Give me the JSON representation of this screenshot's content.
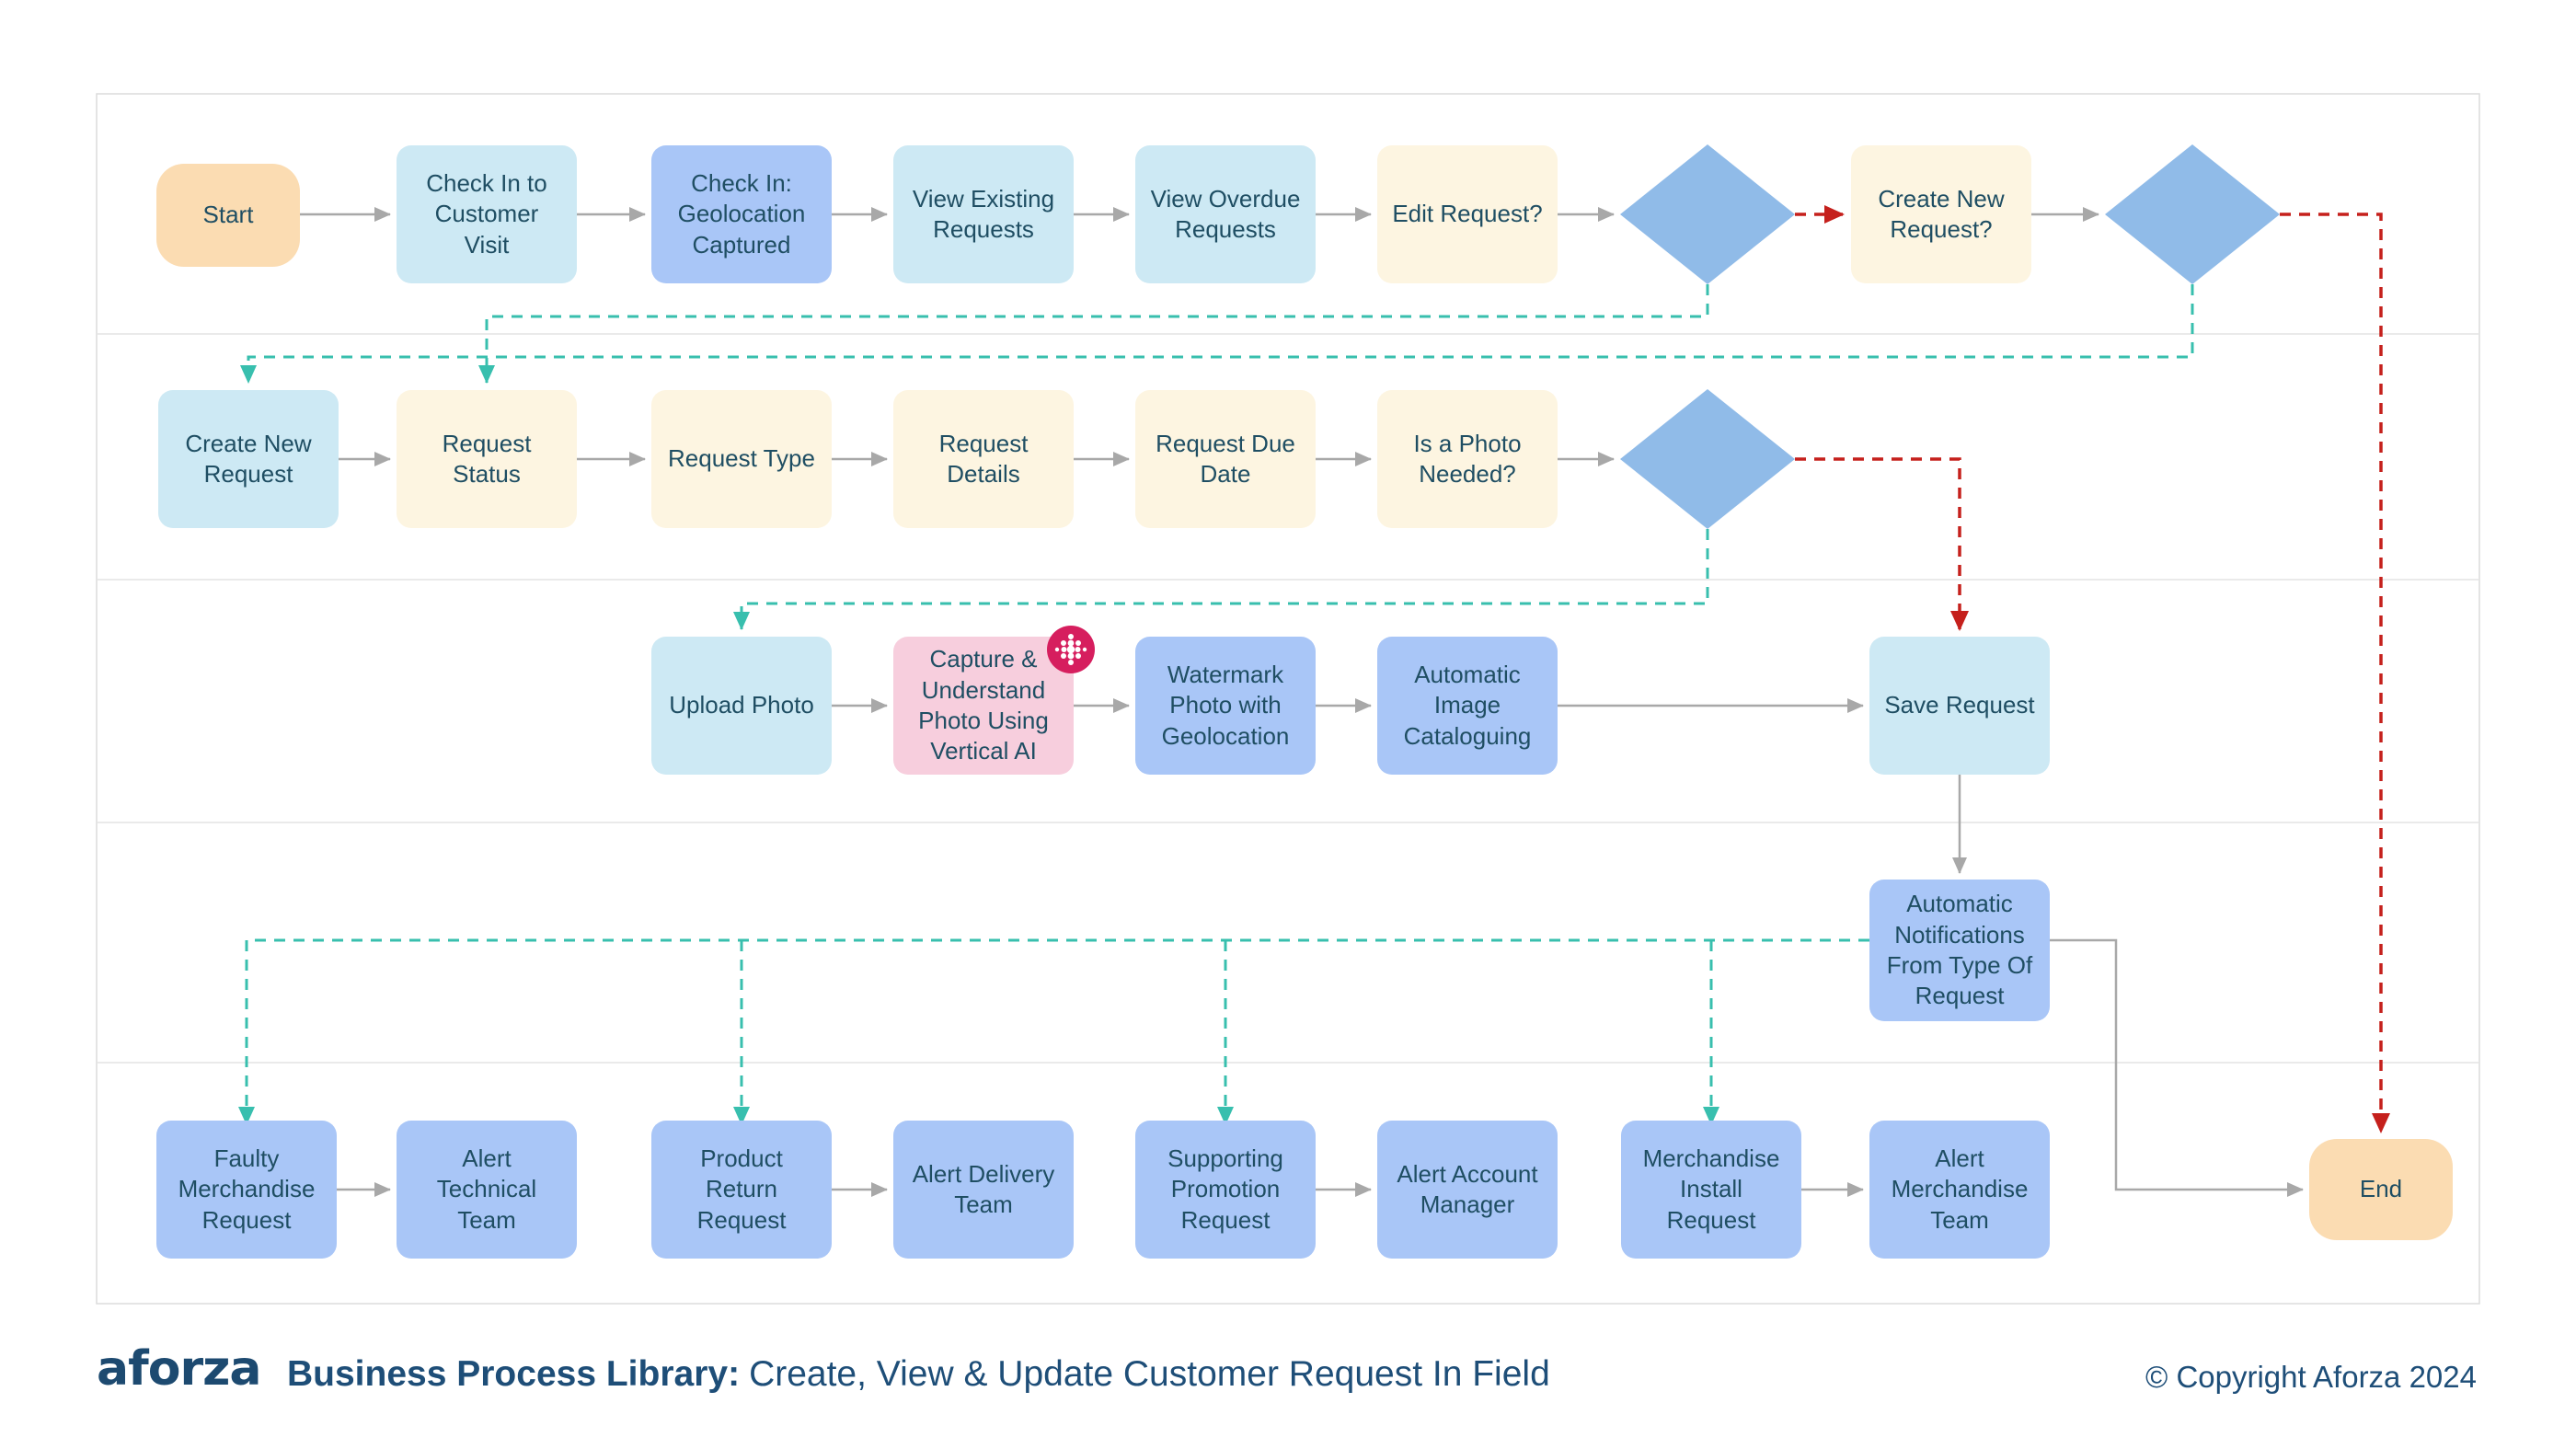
{
  "footer": {
    "logo_text": "aforza",
    "title_bold": "Business Process Library:",
    "title_regular": "Create, View & Update Customer Request In Field",
    "copyright": "© Copyright Aforza 2024"
  },
  "colors": {
    "process_cyan": "#cde9f4",
    "process_periwinkle": "#a9c6f7",
    "process_cream": "#fdf5e1",
    "process_pink": "#f7cedd",
    "terminator_peach": "#fbdcb2",
    "decision_blue": "#90bbe8",
    "edge_gray": "#a8a8a8",
    "edge_teal": "#38bfae",
    "edge_red": "#c5201c",
    "node_text": "#1f4e63",
    "footer_text": "#1e4e78",
    "badge_crimson": "#d61e5e"
  },
  "lanes": {
    "count": 5
  },
  "nodes": {
    "start": {
      "label": "Start",
      "type": "terminator"
    },
    "check_in_to_customer_visit": {
      "label": "Check In to Customer Visit",
      "type": "process"
    },
    "check_in_geolocation_captured": {
      "label": "Check In: Geolocation Captured",
      "type": "process"
    },
    "view_existing_requests": {
      "label": "View Existing Requests",
      "type": "process"
    },
    "view_overdue_requests": {
      "label": "View Overdue Requests",
      "type": "process"
    },
    "edit_request": {
      "label": "Edit Request?",
      "type": "process"
    },
    "decision_edit": {
      "label": "",
      "type": "decision"
    },
    "create_new_request_q": {
      "label": "Create New Request?",
      "type": "process"
    },
    "decision_create": {
      "label": "",
      "type": "decision"
    },
    "create_new_request": {
      "label": "Create New Request",
      "type": "process"
    },
    "request_status": {
      "label": "Request Status",
      "type": "process"
    },
    "request_type": {
      "label": "Request Type",
      "type": "process"
    },
    "request_details": {
      "label": "Request Details",
      "type": "process"
    },
    "request_due_date": {
      "label": "Request Due Date",
      "type": "process"
    },
    "is_a_photo_needed": {
      "label": "Is a Photo Needed?",
      "type": "process"
    },
    "decision_photo": {
      "label": "",
      "type": "decision"
    },
    "upload_photo": {
      "label": "Upload Photo",
      "type": "process"
    },
    "capture_understand_photo": {
      "label": "Capture & Understand Photo Using Vertical AI",
      "type": "process",
      "badge": "vertical-ai-icon"
    },
    "watermark_photo": {
      "label": "Watermark Photo with Geolocation",
      "type": "process"
    },
    "automatic_image_cataloguing": {
      "label": "Automatic Image Cataloguing",
      "type": "process"
    },
    "save_request": {
      "label": "Save Request",
      "type": "process"
    },
    "automatic_notifications": {
      "label": "Automatic Notifications From Type Of Request",
      "type": "process"
    },
    "faulty_merchandise_request": {
      "label": "Faulty Merchandise Request",
      "type": "process"
    },
    "alert_technical_team": {
      "label": "Alert Technical Team",
      "type": "process"
    },
    "product_return_request": {
      "label": "Product Return Request",
      "type": "process"
    },
    "alert_delivery_team": {
      "label": "Alert Delivery Team",
      "type": "process"
    },
    "supporting_promotion_request": {
      "label": "Supporting Promotion Request",
      "type": "process"
    },
    "alert_account_manager": {
      "label": "Alert Account Manager",
      "type": "process"
    },
    "merchandise_install_request": {
      "label": "Merchandise Install Request",
      "type": "process"
    },
    "alert_merchandise_team": {
      "label": "Alert Merchandise Team",
      "type": "process"
    },
    "end": {
      "label": "End",
      "type": "terminator"
    }
  },
  "edges": [
    {
      "from": "start",
      "to": "check_in_to_customer_visit",
      "style": "solid-gray"
    },
    {
      "from": "check_in_to_customer_visit",
      "to": "check_in_geolocation_captured",
      "style": "solid-gray"
    },
    {
      "from": "check_in_geolocation_captured",
      "to": "view_existing_requests",
      "style": "solid-gray"
    },
    {
      "from": "view_existing_requests",
      "to": "view_overdue_requests",
      "style": "solid-gray"
    },
    {
      "from": "view_overdue_requests",
      "to": "edit_request",
      "style": "solid-gray"
    },
    {
      "from": "edit_request",
      "to": "decision_edit",
      "style": "solid-gray"
    },
    {
      "from": "decision_edit",
      "to": "create_new_request_q",
      "style": "dashed-red"
    },
    {
      "from": "decision_edit",
      "to": "request_status",
      "style": "dashed-teal"
    },
    {
      "from": "create_new_request_q",
      "to": "decision_create",
      "style": "solid-gray"
    },
    {
      "from": "decision_create",
      "to": "create_new_request",
      "style": "dashed-teal"
    },
    {
      "from": "decision_create",
      "to": "end",
      "style": "dashed-red"
    },
    {
      "from": "create_new_request",
      "to": "request_status",
      "style": "solid-gray"
    },
    {
      "from": "request_status",
      "to": "request_type",
      "style": "solid-gray"
    },
    {
      "from": "request_type",
      "to": "request_details",
      "style": "solid-gray"
    },
    {
      "from": "request_details",
      "to": "request_due_date",
      "style": "solid-gray"
    },
    {
      "from": "request_due_date",
      "to": "is_a_photo_needed",
      "style": "solid-gray"
    },
    {
      "from": "is_a_photo_needed",
      "to": "decision_photo",
      "style": "solid-gray"
    },
    {
      "from": "decision_photo",
      "to": "upload_photo",
      "style": "dashed-teal"
    },
    {
      "from": "decision_photo",
      "to": "save_request",
      "style": "dashed-red"
    },
    {
      "from": "upload_photo",
      "to": "capture_understand_photo",
      "style": "solid-gray"
    },
    {
      "from": "capture_understand_photo",
      "to": "watermark_photo",
      "style": "solid-gray"
    },
    {
      "from": "watermark_photo",
      "to": "automatic_image_cataloguing",
      "style": "solid-gray"
    },
    {
      "from": "automatic_image_cataloguing",
      "to": "save_request",
      "style": "solid-gray"
    },
    {
      "from": "save_request",
      "to": "automatic_notifications",
      "style": "solid-gray"
    },
    {
      "from": "automatic_notifications",
      "to": "faulty_merchandise_request",
      "style": "dashed-teal"
    },
    {
      "from": "automatic_notifications",
      "to": "product_return_request",
      "style": "dashed-teal"
    },
    {
      "from": "automatic_notifications",
      "to": "supporting_promotion_request",
      "style": "dashed-teal"
    },
    {
      "from": "automatic_notifications",
      "to": "merchandise_install_request",
      "style": "dashed-teal"
    },
    {
      "from": "automatic_notifications",
      "to": "end",
      "style": "solid-gray"
    },
    {
      "from": "faulty_merchandise_request",
      "to": "alert_technical_team",
      "style": "solid-gray"
    },
    {
      "from": "product_return_request",
      "to": "alert_delivery_team",
      "style": "solid-gray"
    },
    {
      "from": "supporting_promotion_request",
      "to": "alert_account_manager",
      "style": "solid-gray"
    },
    {
      "from": "merchandise_install_request",
      "to": "alert_merchandise_team",
      "style": "solid-gray"
    }
  ]
}
